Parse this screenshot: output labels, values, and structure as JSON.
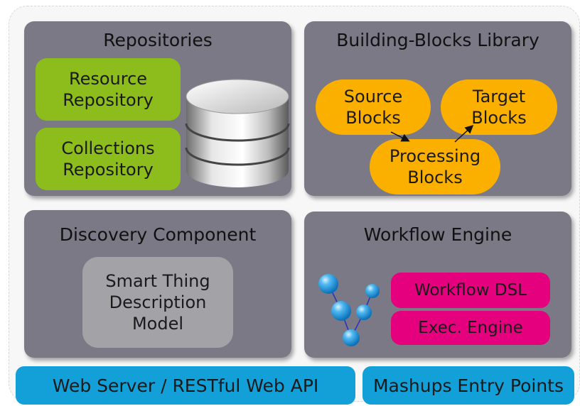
{
  "repositories": {
    "title": "Repositories",
    "resource_line1": "Resource",
    "resource_line2": "Repository",
    "collections_line1": "Collections",
    "collections_line2": "Repository"
  },
  "library": {
    "title": "Building-Blocks Library",
    "source_line1": "Source",
    "source_line2": "Blocks",
    "target_line1": "Target",
    "target_line2": "Blocks",
    "processing_line1": "Processing",
    "processing_line2": "Blocks"
  },
  "discovery": {
    "title": "Discovery Component",
    "model_line1": "Smart Thing",
    "model_line2": "Description",
    "model_line3": "Model"
  },
  "workflow": {
    "title": "Workflow Engine",
    "dsl_label": "Workflow DSL",
    "exec_label": "Exec. Engine"
  },
  "footer": {
    "web_server_label": "Web Server / RESTful Web API",
    "mashups_label": "Mashups Entry Points"
  },
  "colors": {
    "panel": "#7a7985",
    "green": "#8dbd1c",
    "orange": "#fbb000",
    "gray": "#a3a3a7",
    "pink": "#e5007e",
    "blue": "#139fd8",
    "node": "#2a9fe3"
  },
  "icons": {
    "database": "database-icon",
    "workflow_graph": "workflow-graph-icon"
  }
}
